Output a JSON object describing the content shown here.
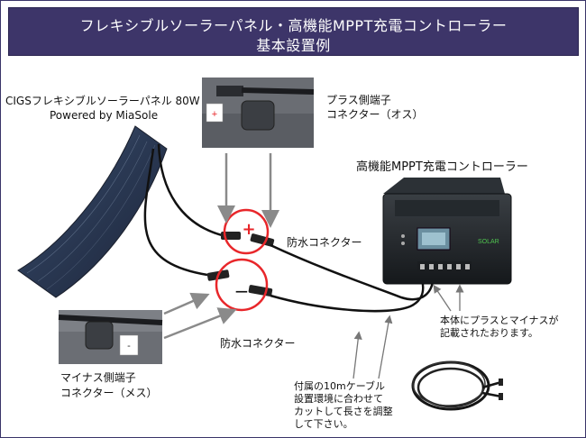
{
  "title": {
    "line1": "フレキシブルソーラーパネル・高機能MPPT充電コントローラー",
    "line2": "基本設置例"
  },
  "panel_label": {
    "line1": "CIGSフレキシブルソーラーパネル 80W",
    "line2": "Powered by MiaSole"
  },
  "plus_connector": {
    "line1": "プラス側端子",
    "line2": "コネクター（オス）",
    "symbol": "+"
  },
  "controller_label": "高機能MPPT充電コントローラー",
  "waterproof_upper": "防水コネクター",
  "waterproof_lower": "防水コネクター",
  "minus_connector": {
    "line1": "マイナス側端子",
    "line2": "コネクター（メス）",
    "symbol": "-"
  },
  "marking_note": {
    "line1": "本体にプラスとマイナスが",
    "line2": "記載されたおります。"
  },
  "cable_note": {
    "line1": "付属の10mケーブル",
    "line2": "設置環境に合わせて",
    "line3": "カットして長さを調整",
    "line4": "して下さい。"
  },
  "circle_plus": "+",
  "circle_minus": "−",
  "controller_brand": "SOLAR",
  "colors": {
    "banner": "#3d3569",
    "circle": "#e8262a",
    "arrow": "#8a8a8a",
    "panel": "#2b3a55"
  }
}
